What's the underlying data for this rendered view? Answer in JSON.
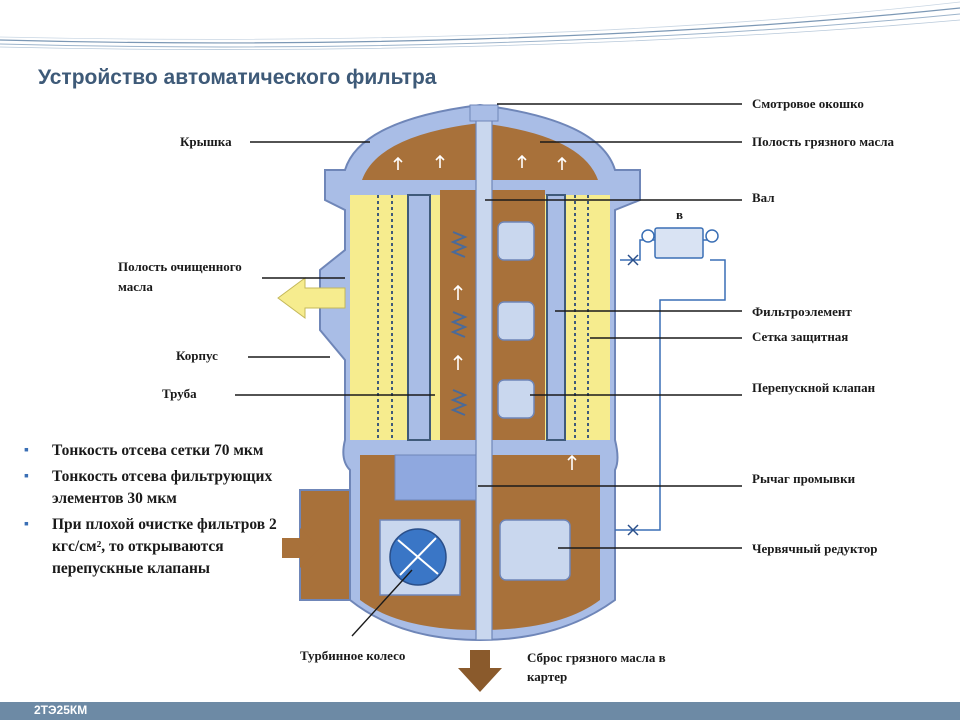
{
  "title": "Устройство автоматического фильтра",
  "labels": {
    "viewing_window": "Смотровое окошко",
    "dirty_oil_cavity": "Полость грязного масла",
    "cover": "Крышка",
    "shaft": "Вал",
    "v_marker": "в",
    "clean_oil_cavity_line1": "Полость очищенного",
    "clean_oil_cavity_line2": "масла",
    "filter_element": "Фильтроэлемент",
    "protective_mesh": "Сетка защитная",
    "housing": "Корпус",
    "pipe": "Труба",
    "bypass_valve": "Перепускной клапан",
    "flush_lever": "Рычаг промывки",
    "worm_gear": "Червячный редуктор",
    "turbine_wheel": "Турбинное колесо",
    "dirty_oil_drain_line1": "Сброс грязного масла в",
    "dirty_oil_drain_line2": "картер"
  },
  "notes": [
    "Тонкость отсева сетки 70 мкм",
    "Тонкость отсева фильтрующих элементов 30 мкм",
    "При плохой очистке фильтров 2 кгс/см², то открываются перепускные клапаны"
  ],
  "footer": "2ТЭ25КМ",
  "colors": {
    "title": "#3e5a78",
    "housing": "#a9bde6",
    "housing_outline": "#6f86b8",
    "dirty_oil": "#a8713a",
    "clean_oil": "#f6ec8e",
    "shaft": "#c9d7ee",
    "footer": "#6d8aa5"
  }
}
